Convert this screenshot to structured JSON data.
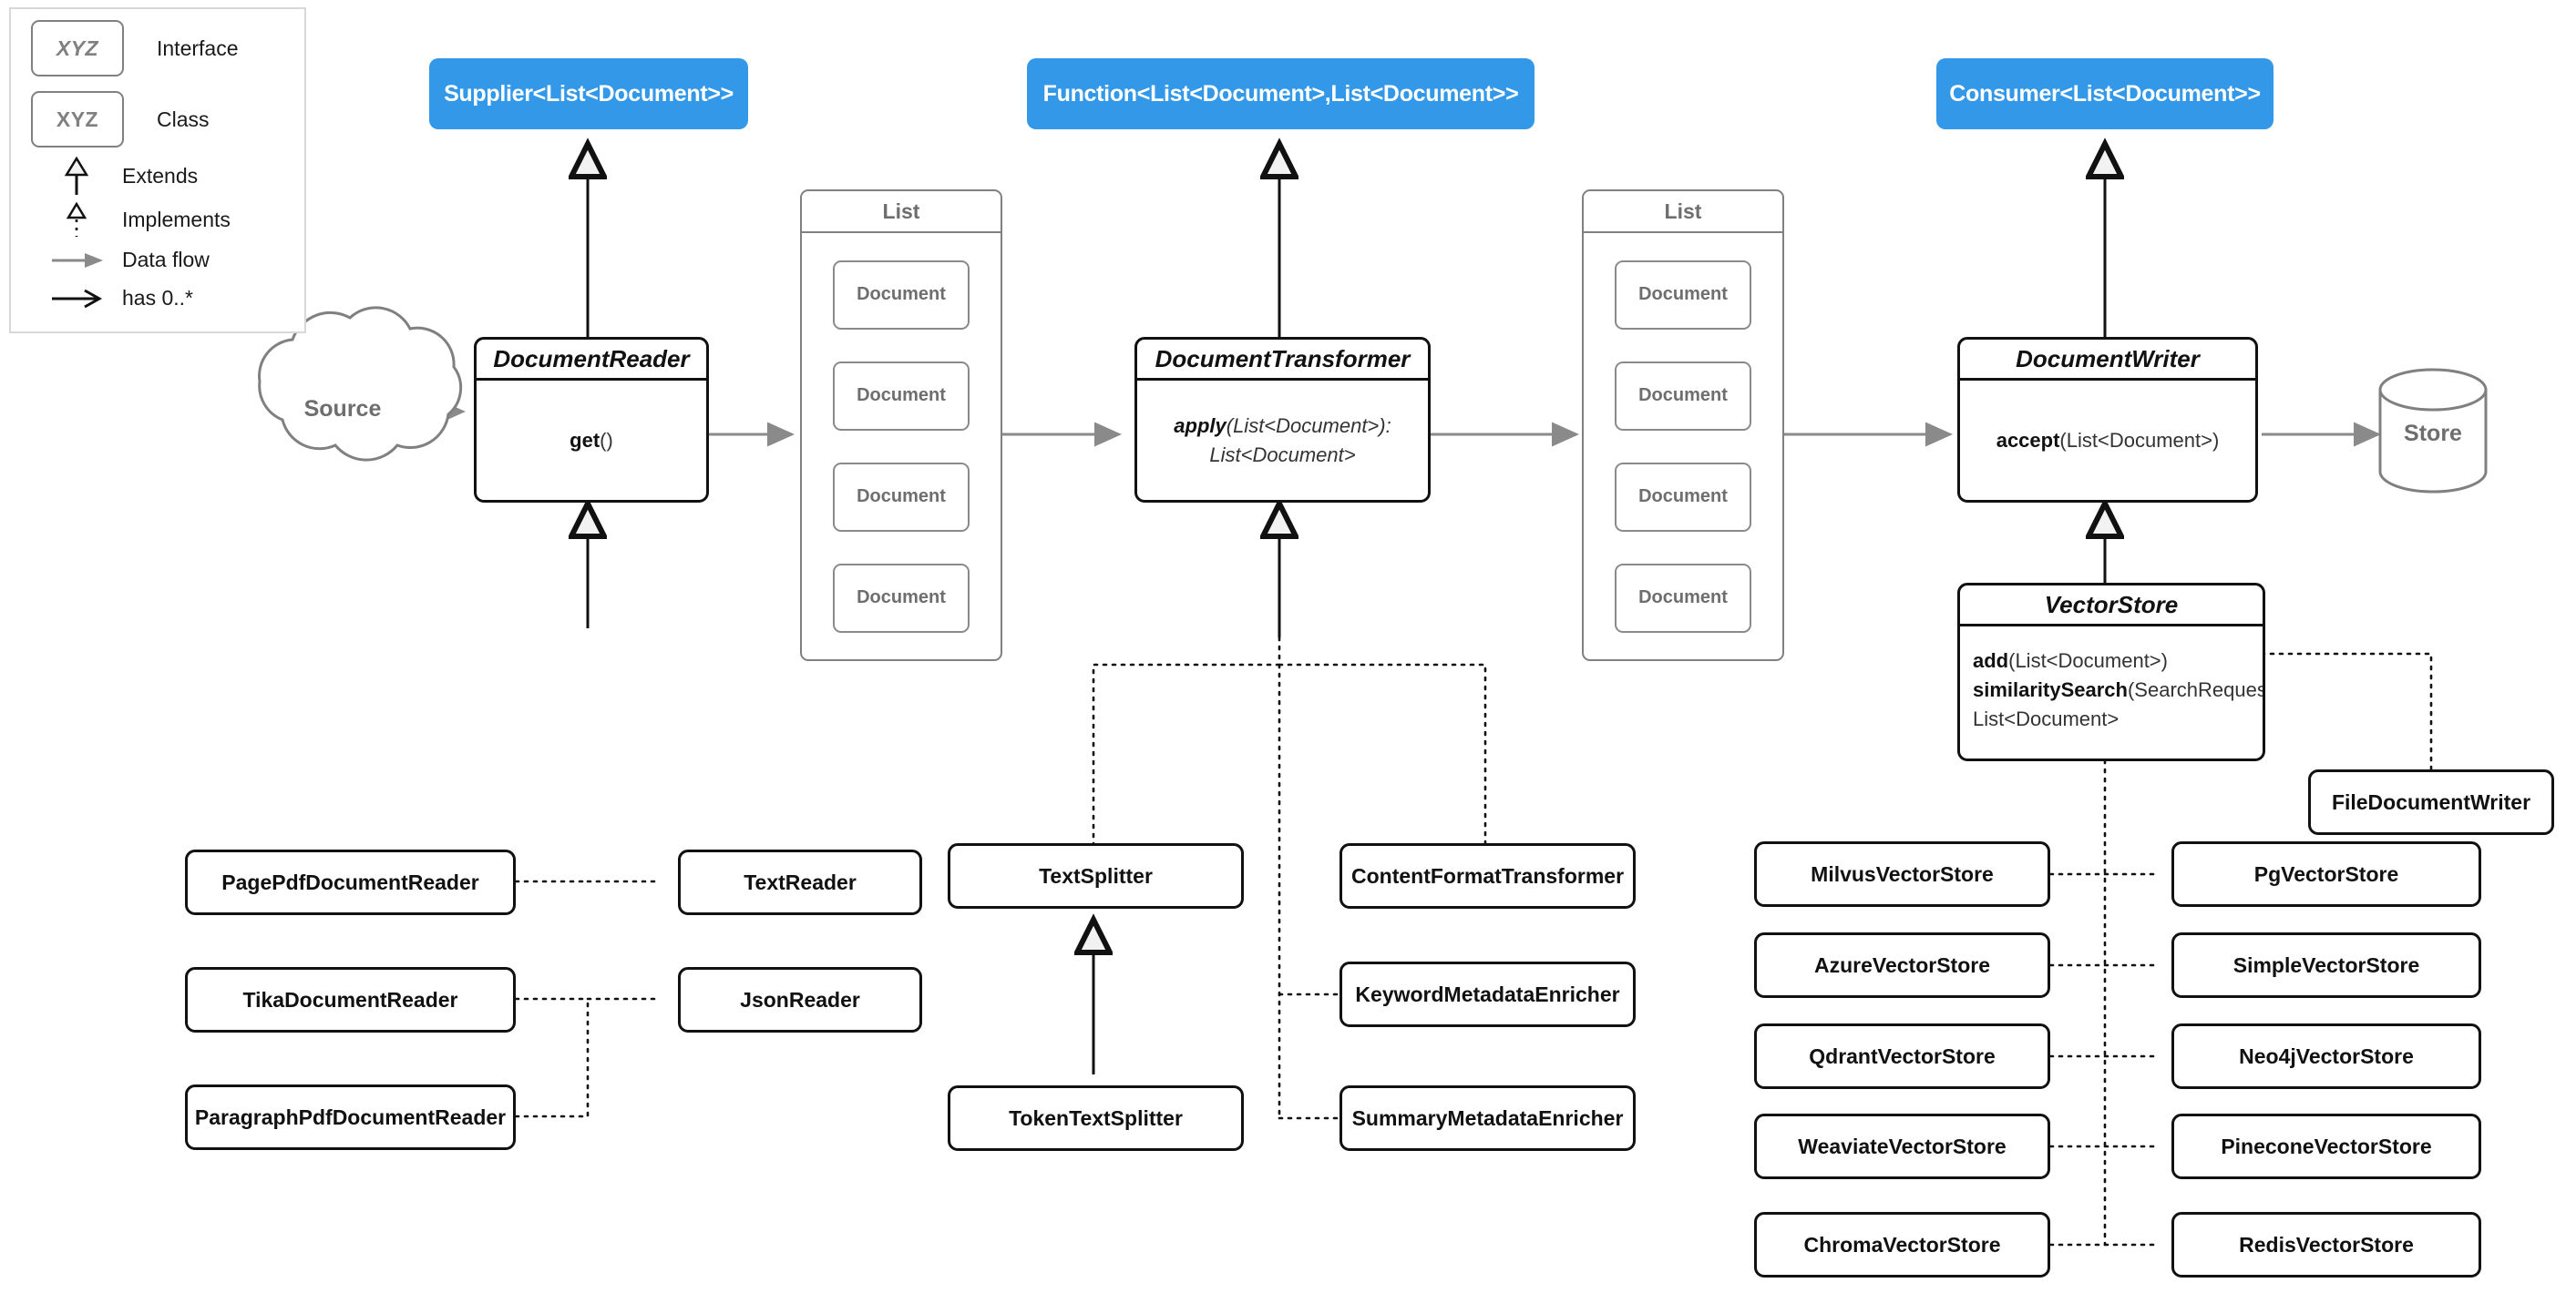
{
  "legend": {
    "items": [
      {
        "glyph": "box-italic",
        "label": "Interface",
        "sample": "XYZ"
      },
      {
        "glyph": "box-plain",
        "label": "Class",
        "sample": "XYZ"
      },
      {
        "glyph": "triangle-solid",
        "label": "Extends"
      },
      {
        "glyph": "triangle-dotted",
        "label": "Implements"
      },
      {
        "glyph": "arrow-gray",
        "label": "Data flow"
      },
      {
        "glyph": "arrow-open",
        "label": "has 0..*"
      }
    ]
  },
  "interfaces": {
    "supplier": "Supplier<List<Document>>",
    "function": "Function<List<Document>,List<Document>>",
    "consumer": "Consumer<List<Document>>"
  },
  "pipeline": {
    "source": "Source",
    "store": "Store",
    "reader": {
      "title": "DocumentReader",
      "method_bold": "get",
      "method_rest": "()"
    },
    "transformer": {
      "title": "DocumentTransformer",
      "method_bold": "apply",
      "method_rest": "(List<Document>):",
      "method_line2": "List<Document>"
    },
    "writer": {
      "title": "DocumentWriter",
      "method_bold": "accept",
      "method_rest": "(List<Document>)"
    },
    "vectorstore": {
      "title": "VectorStore",
      "methods": [
        {
          "bold": "add",
          "rest": "(List<Document>)"
        },
        {
          "bold": "similaritySearch",
          "rest": "(SearchRequest):"
        },
        {
          "bold": "",
          "rest": "List<Document>"
        }
      ]
    },
    "list_left": {
      "title": "List",
      "items": [
        "Document",
        "Document",
        "Document",
        "Document"
      ]
    },
    "list_right": {
      "title": "List",
      "items": [
        "Document",
        "Document",
        "Document",
        "Document"
      ]
    }
  },
  "implementations": {
    "readers_left": [
      "PagePdfDocumentReader",
      "TikaDocumentReader",
      "ParagraphPdfDocumentReader"
    ],
    "readers_right": [
      "TextReader",
      "JsonReader"
    ],
    "splitters": [
      "TextSplitter",
      "TokenTextSplitter"
    ],
    "transformers": [
      "ContentFormatTransformer",
      "KeywordMetadataEnricher",
      "SummaryMetadataEnricher"
    ],
    "writers": [
      "FileDocumentWriter"
    ],
    "vectorstores_left": [
      "MilvusVectorStore",
      "AzureVectorStore",
      "QdrantVectorStore",
      "WeaviateVectorStore",
      "ChromaVectorStore"
    ],
    "vectorstores_right": [
      "PgVectorStore",
      "SimpleVectorStore",
      "Neo4jVectorStore",
      "PineconeVectorStore",
      "RedisVectorStore"
    ]
  },
  "colors": {
    "interface_blue": "#3498e8",
    "stroke_dark": "#111111",
    "stroke_gray": "#808080",
    "flow_gray": "#8a8a8a"
  }
}
